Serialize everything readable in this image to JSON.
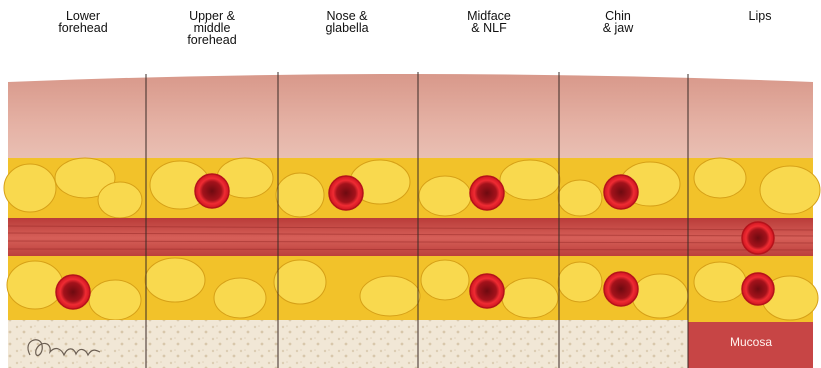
{
  "regions": [
    {
      "label": "Lower\nforehead"
    },
    {
      "label": "Upper &\nmiddle\nforehead"
    },
    {
      "label": "Nose &\nglabella"
    },
    {
      "label": "Midface\n& NLF"
    },
    {
      "label": "Chin\n& jaw"
    },
    {
      "label": "Lips"
    }
  ],
  "mucosa_label": "Mucosa",
  "colors": {
    "skin_top": "#dc9f91",
    "skin_mid": "#e7b6a9",
    "fat": "#f3c52c",
    "fat_light": "#fbe06a",
    "fat_edge": "#d39a14",
    "muscle": "#c54b47",
    "muscle_stripe": "#a8322f",
    "bone": "#efe4d2",
    "vessel_ring": "#e8202a",
    "vessel_core": "#9c0d16",
    "mucosa": "#c74747",
    "divider": "#3a2a26"
  }
}
